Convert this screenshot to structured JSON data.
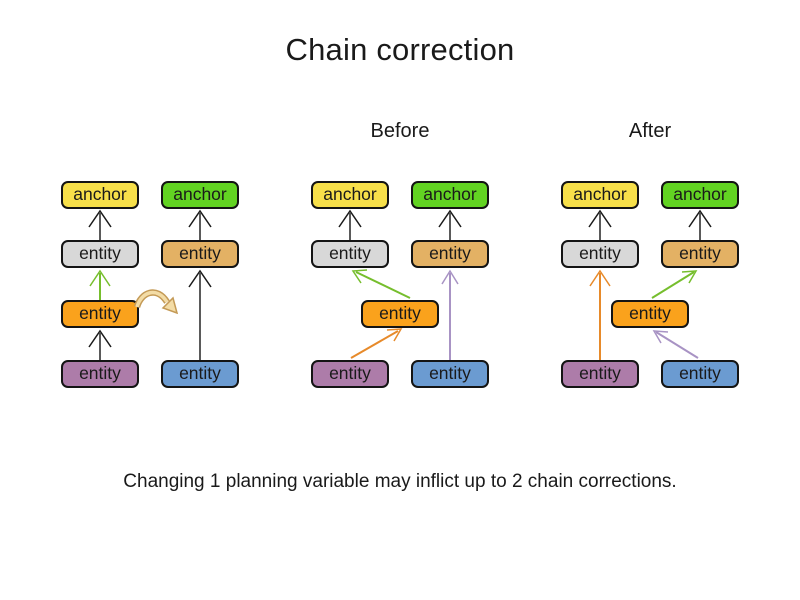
{
  "title": "Chain correction",
  "caption": "Changing 1 planning variable may inflict up to 2 chain corrections.",
  "groups": [
    {
      "name": "initial",
      "heading": ""
    },
    {
      "name": "before",
      "heading": "Before"
    },
    {
      "name": "after",
      "heading": "After"
    }
  ],
  "node_labels": {
    "anchor": "anchor",
    "entity": "entity"
  },
  "colors": {
    "anchor_yellow": "#F7E04A",
    "anchor_green": "#62D322",
    "entity_gray": "#D8D8D8",
    "entity_tan": "#E3B164",
    "entity_orange": "#FAA21C",
    "entity_purple": "#AD7CA9",
    "entity_blue": "#6B9BD1",
    "arrow_shaft_gray": "#5A5A5A",
    "arrow_head_black": "#1A1A1A",
    "arrow_green": "#76BE2D",
    "arrow_orange": "#E78A2A",
    "arrow_purple": "#A893C4",
    "curved_arrow_fill": "#F3DCA6",
    "curved_arrow_stroke": "#C49A56"
  }
}
